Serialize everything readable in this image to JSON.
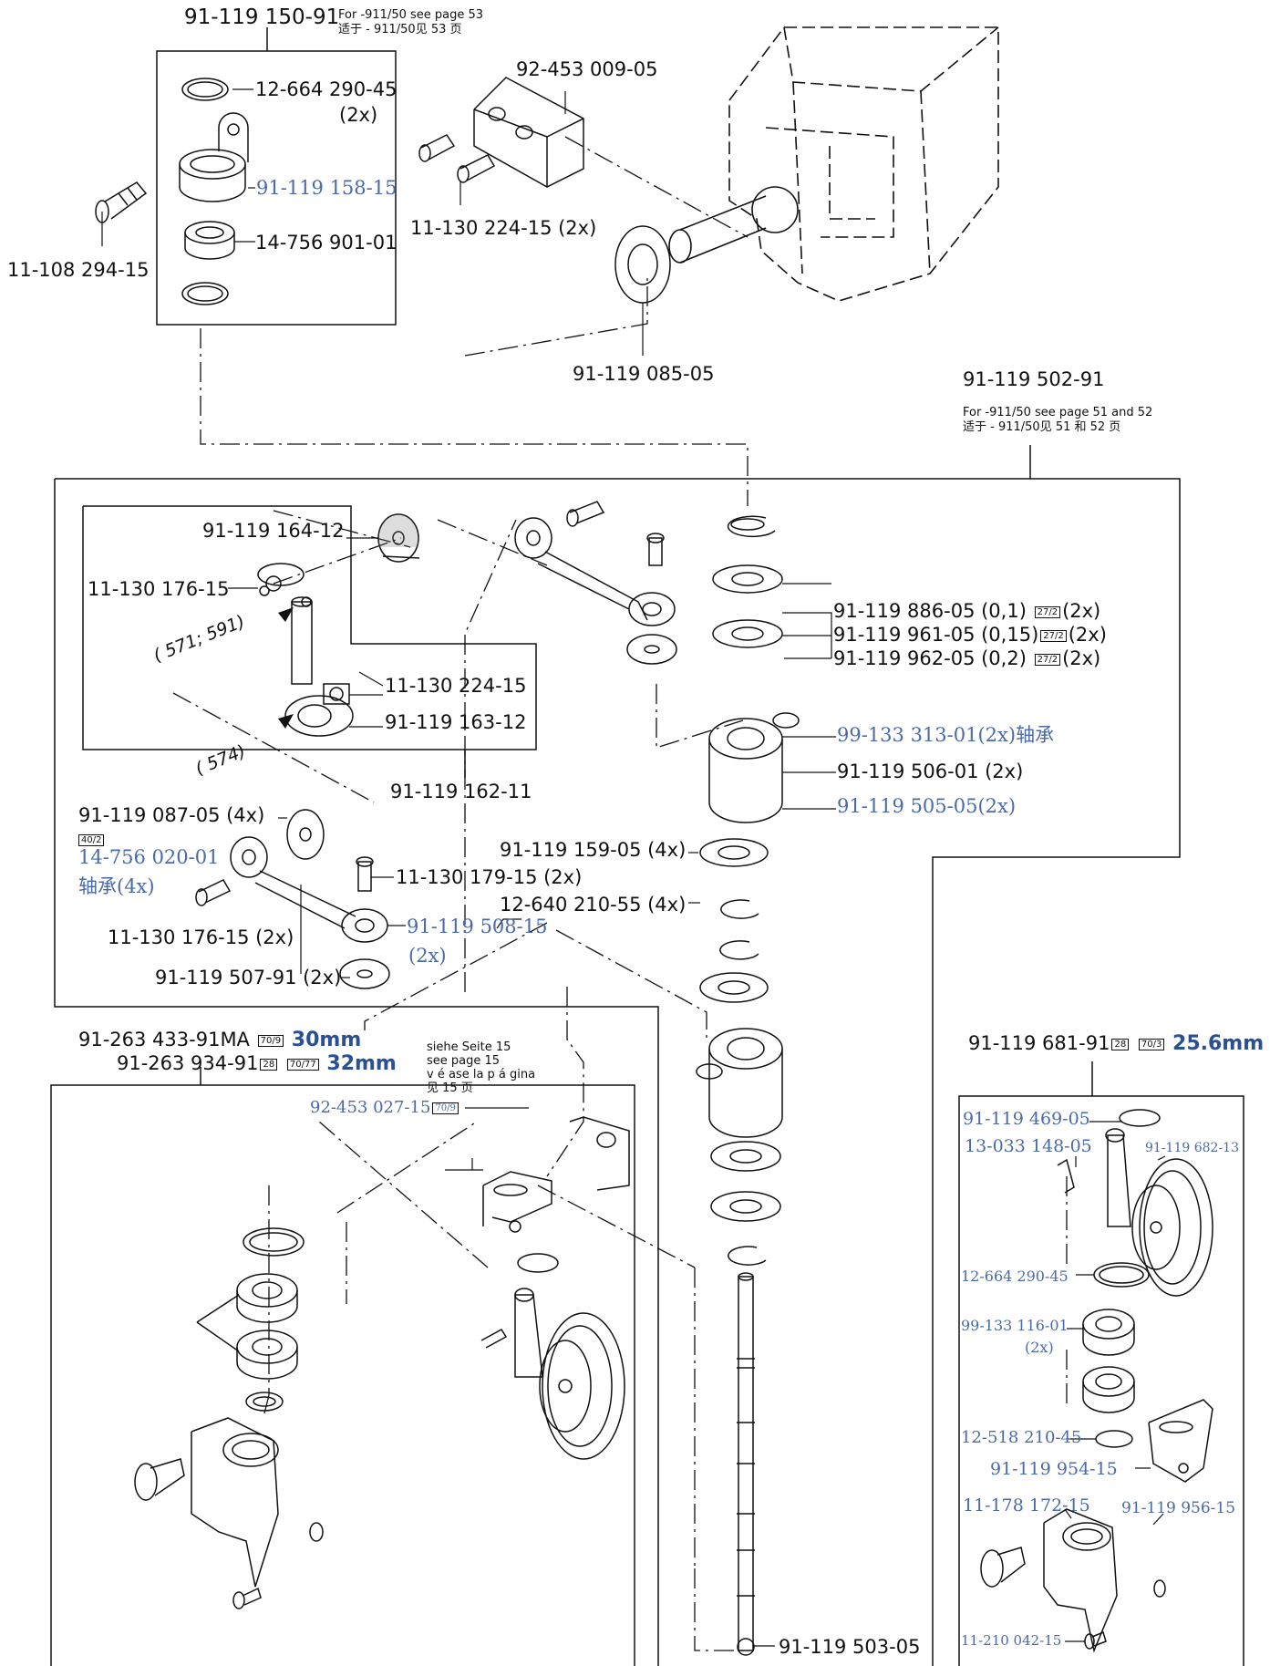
{
  "labels": {
    "a1": "91-119 150-91",
    "a1_note_en": "For -911/50 see page 53",
    "a1_note_cn": "适于 - 911/50见 53 页",
    "a2": "12-664 290-45",
    "a2_qty": "(2x)",
    "a3": "91-119 158-15",
    "a4": "14-756 901-01",
    "a5": "11-108 294-15",
    "b1": "92-453 009-05",
    "b2": "11-130 224-15 (2x)",
    "b3": "91-119 085-05",
    "c1": "91-119 502-91",
    "c1_note_en": "For -911/50 see page 51 and 52",
    "c1_note_cn": "适于 - 911/50见 51 和 52 页",
    "d1": "91-119 164-12",
    "d2": "11-130 176-15",
    "d3": "( 571; 591)",
    "d4": "11-130 224-15",
    "d5": "91-119 163-12",
    "d6": "( 574)",
    "d7": "91-119 162-11",
    "e1": "91-119 886-05 (0,1)",
    "e2": "91-119 961-05 (0,15)",
    "e3": "91-119 962-05 (0,2)",
    "e_box": "27/2",
    "e_qty": "(2x)",
    "f1": "99-133 313-01(2x)轴承",
    "f2": "91-119 506-01 (2x)",
    "f3": "91-119 505-05(2x)",
    "g1": "91-119 087-05 (4x)",
    "g1_box": "40/2",
    "g2": "14-756 020-01",
    "g3": "轴承(4x)",
    "g4": "91-119 159-05 (4x)",
    "g5": "11-130 179-15 (2x)",
    "g6": "12-640 210-55 (4x)",
    "g7": "11-130 176-15 (2x)",
    "g8": "91-119 508-15",
    "g8_qty": "(2x)",
    "g9": "91-119 507-91 (2x)",
    "h1": "91-263 433-91MA",
    "h1_box": "70/9",
    "h1_size": "30mm",
    "h2": "91-263 934-91",
    "h2_box1": "28",
    "h2_box2": "70/77",
    "h2_size": "32mm",
    "h3_l1": "siehe Seite 15",
    "h3_l2": "see page 15",
    "h3_l3": "v é ase la p á gina",
    "h3_l4": "见 15 页",
    "h4": "92-453 027-15",
    "h4_box": "70/9",
    "i1": "91-119 681-91",
    "i1_box1": "28",
    "i1_box2": "70/3",
    "i1_size": "25.6mm",
    "i2": "91-119 469-05",
    "i3": "13-033 148-05",
    "i4": "91-119 682-13",
    "i5": "12-664 290-45",
    "i6": "99-133 116-01",
    "i6_qty": "(2x)",
    "i7": "12-518 210-45",
    "i8": "91-119 954-15",
    "i9": "11-178 172-15",
    "i10": "91-119 956-15",
    "i11": "11-210 042-15",
    "j1": "91-119 503-05"
  }
}
